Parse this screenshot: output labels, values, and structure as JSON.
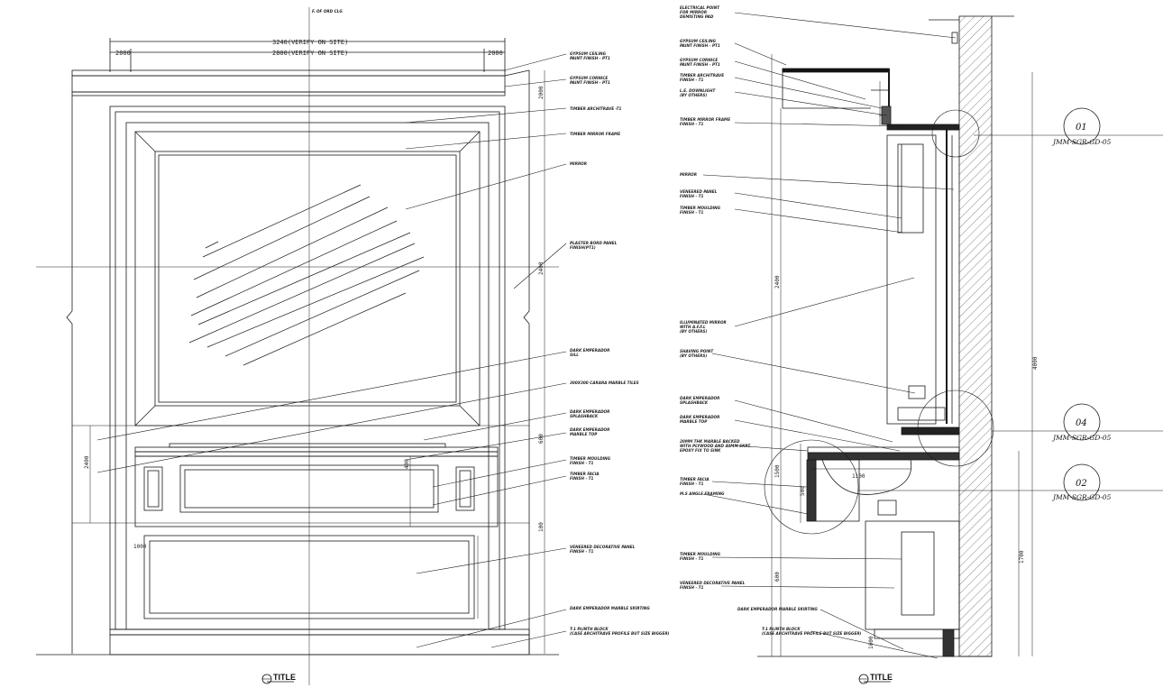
{
  "left_elevation": {
    "top_note": "F. OF ORD CLG",
    "dim_overall": "3240(VERIFY ON SITE)",
    "dim_inner": "2800(VERIFY ON SITE)",
    "dim_left": "2000",
    "dim_right": "2000",
    "annotations": [
      {
        "l1": "GYPSUM CEILING",
        "l2": "PAINT FINISH - PT1"
      },
      {
        "l1": "GYPSUM CORNICE",
        "l2": "PAINT FINISH - PT1"
      },
      {
        "l1": "TIMBER ARCHITRAVE -T1",
        "l2": ""
      },
      {
        "l1": "TIMBER MIRROR FRAME",
        "l2": ""
      },
      {
        "l1": "MIRROR",
        "l2": ""
      },
      {
        "l1": "PLASTER BORD PANEL",
        "l2": "FINISH(PT1)"
      },
      {
        "l1": "DARK EMPERADOR",
        "l2": "SILL"
      },
      {
        "l1": "300X300 CARARA MARBLE TILES",
        "l2": ""
      },
      {
        "l1": "DARK EMPERADOR",
        "l2": "SPLASHBACK"
      },
      {
        "l1": "DARK EMPERADOR",
        "l2": "MARBLE TOP"
      },
      {
        "l1": "TIMBER MOULDING",
        "l2": "FINISH - T1"
      },
      {
        "l1": "TIMBER FACIA",
        "l2": "FINISH - T1"
      },
      {
        "l1": "VENEERED DECORATIVE PANEL",
        "l2": "FINISH - T1"
      },
      {
        "l1": "DARK EMPERADOR MARBLE SKIRTING",
        "l2": ""
      },
      {
        "l1": "T-1 PLINTH BLOCK",
        "l2": "(CASE ARCHITRAVE PROFILE BUT SIZE BIGGER)"
      }
    ],
    "vdims": [
      "2000",
      "2400",
      "600",
      "400",
      "100",
      "1000",
      "2400"
    ],
    "title": "TITLE"
  },
  "right_section": {
    "annotations": [
      {
        "l1": "ELECTRICAL POINT",
        "l2": "FOR MIRROR",
        "l3": "DEMISTING PAD"
      },
      {
        "l1": "GYPSUM CEILING",
        "l2": "PAINT FINISH - PT1",
        "l3": ""
      },
      {
        "l1": "GYPSUM CORNICE",
        "l2": "PAINT FINISH - PT1",
        "l3": ""
      },
      {
        "l1": "TIMBER ARCHITRAVE",
        "l2": "FINISH - T1",
        "l3": ""
      },
      {
        "l1": "L.E. DOWNLIGHT",
        "l2": "(BY OTHERS)",
        "l3": ""
      },
      {
        "l1": "TIMBER MIRROR FRAME",
        "l2": "FINISH - T1",
        "l3": ""
      },
      {
        "l1": "MIRROR",
        "l2": "",
        "l3": ""
      },
      {
        "l1": "VENEERED PANEL",
        "l2": "FINISH - T1",
        "l3": ""
      },
      {
        "l1": "TIMBER MOULDING",
        "l2": "FINISH - T1",
        "l3": ""
      },
      {
        "l1": "ILLUMINATED MIRROR",
        "l2": "WITH A.F.F.L",
        "l3": "(BY OTHERS)"
      },
      {
        "l1": "SHAVING POINT",
        "l2": "(BY OTHERS)",
        "l3": ""
      },
      {
        "l1": "DARK EMPERADOR",
        "l2": "SPLASHBACK",
        "l3": ""
      },
      {
        "l1": "DARK EMPERADOR",
        "l2": "MARBLE TOP",
        "l3": ""
      },
      {
        "l1": "20MM THK MARBLE BACKED",
        "l2": "WITH PLYWOOD AND 40MM SKRT.",
        "l3": "EPOXY FIX TO SINK"
      },
      {
        "l1": "TIMBER FACIA",
        "l2": "FINISH - T1",
        "l3": ""
      },
      {
        "l1": "M.S ANGLE FRAMING",
        "l2": "",
        "l3": ""
      },
      {
        "l1": "TIMBER MOULDING",
        "l2": "FINISH - T1",
        "l3": ""
      },
      {
        "l1": "VENEERED DECORATIVE PANEL",
        "l2": "FINISH - T1",
        "l3": ""
      },
      {
        "l1": "DARK EMPERADOR MARBLE SKIRTING",
        "l2": "",
        "l3": ""
      },
      {
        "l1": "T-1 PLINTH BLOCK",
        "l2": "(CASE ARCHITRAVE PROFILE BUT SIZE BIGGER)",
        "l3": ""
      }
    ],
    "detail_tags": [
      {
        "num": "01",
        "ref": "JMM-SGR-GD-05"
      },
      {
        "num": "04",
        "ref": "JMM-SGR-GD-05"
      },
      {
        "num": "02",
        "ref": "JMM-SGR-GD-05"
      }
    ],
    "vdims": [
      "2400",
      "4000",
      "1700",
      "1500",
      "600",
      "500",
      "1000"
    ],
    "sink_dim": "1100",
    "title": "TITLE"
  },
  "colors": {
    "ink": "#1a1a1a",
    "light": "#555555"
  }
}
